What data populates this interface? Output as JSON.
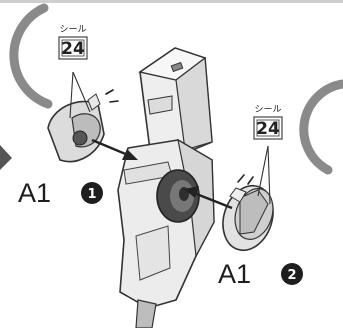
{
  "stickers": [
    {
      "word": "シール",
      "number": "24"
    },
    {
      "word": "シール",
      "number": "24"
    }
  ],
  "parts": [
    {
      "letter": "A1",
      "step": "1"
    },
    {
      "letter": "A1",
      "step": "2"
    }
  ]
}
